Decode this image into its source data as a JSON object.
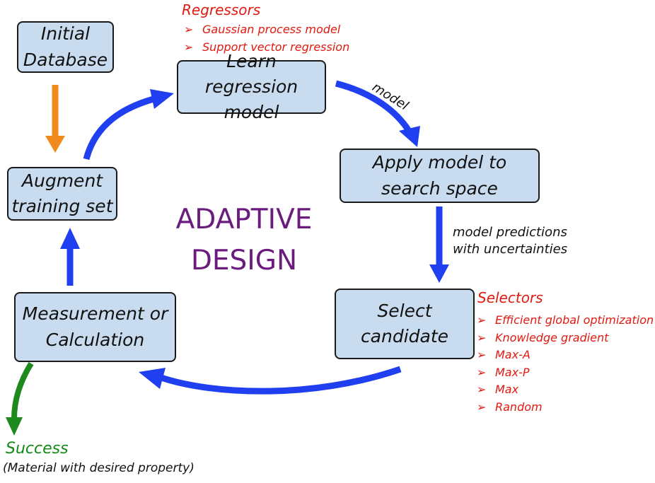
{
  "boxes": {
    "initial_database": [
      "Initial",
      "Database"
    ],
    "learn_model": [
      "Learn regression",
      "model"
    ],
    "apply_model": [
      "Apply model to",
      "search space"
    ],
    "select_candidate": [
      "Select",
      "candidate"
    ],
    "measurement": [
      "Measurement or",
      "Calculation"
    ],
    "augment": [
      "Augment",
      "training set"
    ]
  },
  "regressors": {
    "title": "Regressors",
    "items": [
      "Gaussian process model",
      "Support vector regression"
    ]
  },
  "selectors": {
    "title": "Selectors",
    "items": [
      "Efficient global optimization",
      "Knowledge gradient",
      "Max-A",
      "Max-P",
      "Max",
      "Random"
    ]
  },
  "labels": {
    "model": "model",
    "predictions": [
      "model predictions",
      "with uncertainties"
    ]
  },
  "center_text": [
    "ADAPTIVE",
    "DESIGN"
  ],
  "success": {
    "title": "Success",
    "subtitle": "(Material with desired property)"
  },
  "bullet_glyph": "➢",
  "colors": {
    "box_fill": "#c9dcef",
    "arrow_blue": "#1f3ff0",
    "arrow_orange": "#f08a1c",
    "arrow_green": "#1e8a1e",
    "red_text": "#e01a10",
    "purple_text": "#6b1a7e"
  }
}
